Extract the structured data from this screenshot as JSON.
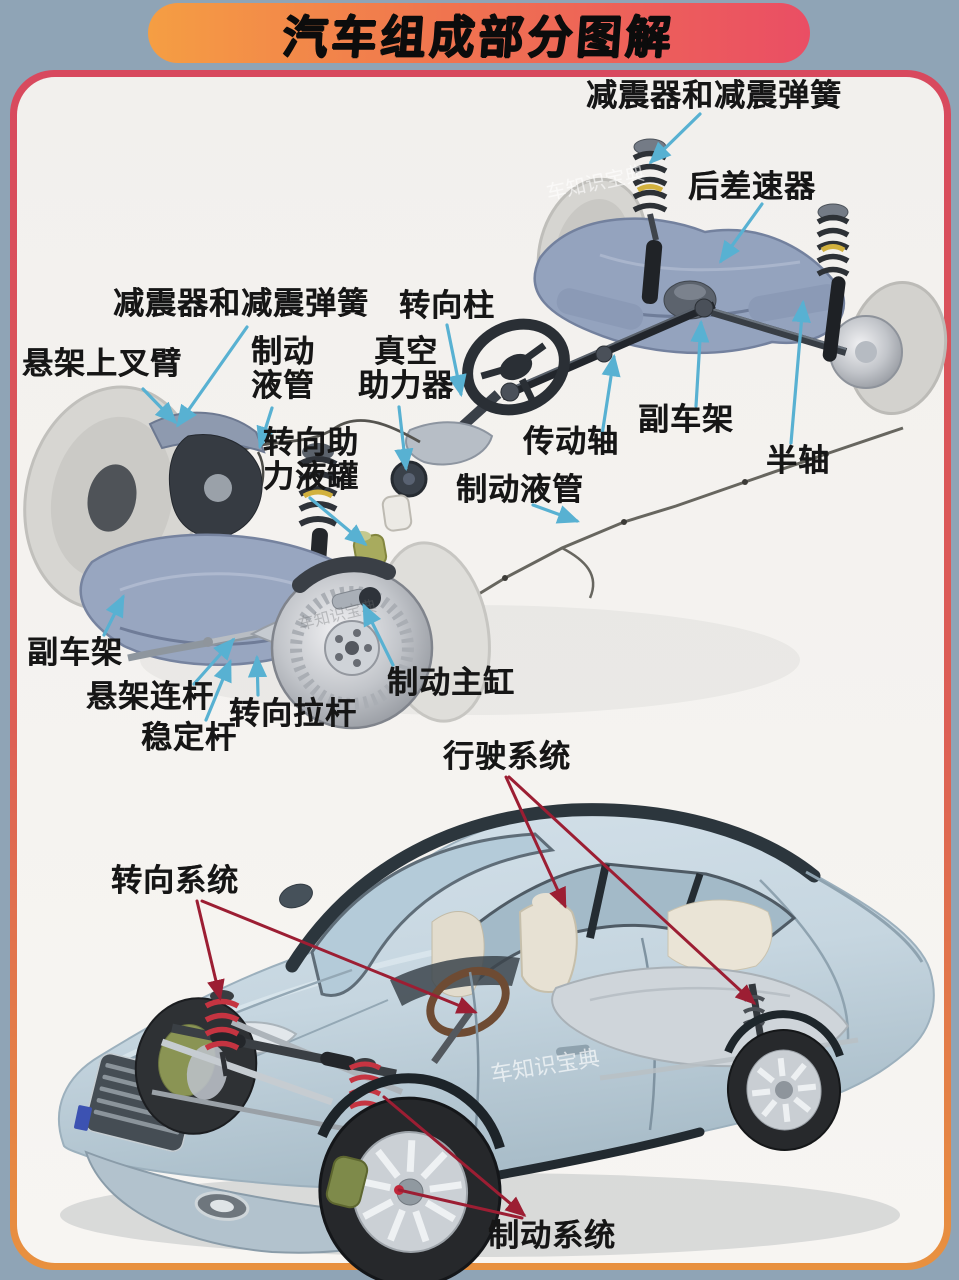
{
  "title": "汽车组成部分图解",
  "watermark": "车知识宝典",
  "colors": {
    "background": "#8fa4b6",
    "panel": "#f3f1ee",
    "frame_border_top": "#d8495e",
    "frame_border_bottom": "#e8913f",
    "title_gradient_left": "#f59e43",
    "title_gradient_right": "#ea4e64",
    "chassis_leader_line": "#58b1d2",
    "car_leader_line": "#9c1e33",
    "label_text": "#161616",
    "car_body_blue": "#c6d6e0",
    "spring_red": "#c53441",
    "caliper_green": "#7e8a4a"
  },
  "chassis_diagram": {
    "labels": [
      {
        "id": "shock-absorber-and-spring-rear",
        "text": "减震器和减震弹簧"
      },
      {
        "id": "rear-differential",
        "text": "后差速器"
      },
      {
        "id": "shock-absorber-and-spring-front",
        "text": "减震器和减震弹簧"
      },
      {
        "id": "steering-column",
        "text": "转向柱"
      },
      {
        "id": "suspension-upper-wishbone",
        "text": "悬架上叉臂"
      },
      {
        "id": "brake-fluid-pipe-upper",
        "text": "制动\n液管"
      },
      {
        "id": "vacuum-booster",
        "text": "真空\n助力器"
      },
      {
        "id": "steering-power-fluid-reservoir",
        "text": "转向助\n力液罐"
      },
      {
        "id": "drive-shaft",
        "text": "传动轴"
      },
      {
        "id": "subframe-rear",
        "text": "副车架"
      },
      {
        "id": "half-shaft",
        "text": "半轴"
      },
      {
        "id": "brake-fluid-pipe-lower",
        "text": "制动液管"
      },
      {
        "id": "subframe-front",
        "text": "副车架"
      },
      {
        "id": "suspension-link",
        "text": "悬架连杆"
      },
      {
        "id": "stabilizer-bar",
        "text": "稳定杆"
      },
      {
        "id": "steering-tie-rod",
        "text": "转向拉杆"
      },
      {
        "id": "brake-master-cylinder",
        "text": "制动主缸"
      }
    ]
  },
  "car_diagram": {
    "labels": [
      {
        "id": "driving-system",
        "text": "行驶系统"
      },
      {
        "id": "steering-system",
        "text": "转向系统"
      },
      {
        "id": "brake-system",
        "text": "制动系统"
      }
    ]
  }
}
